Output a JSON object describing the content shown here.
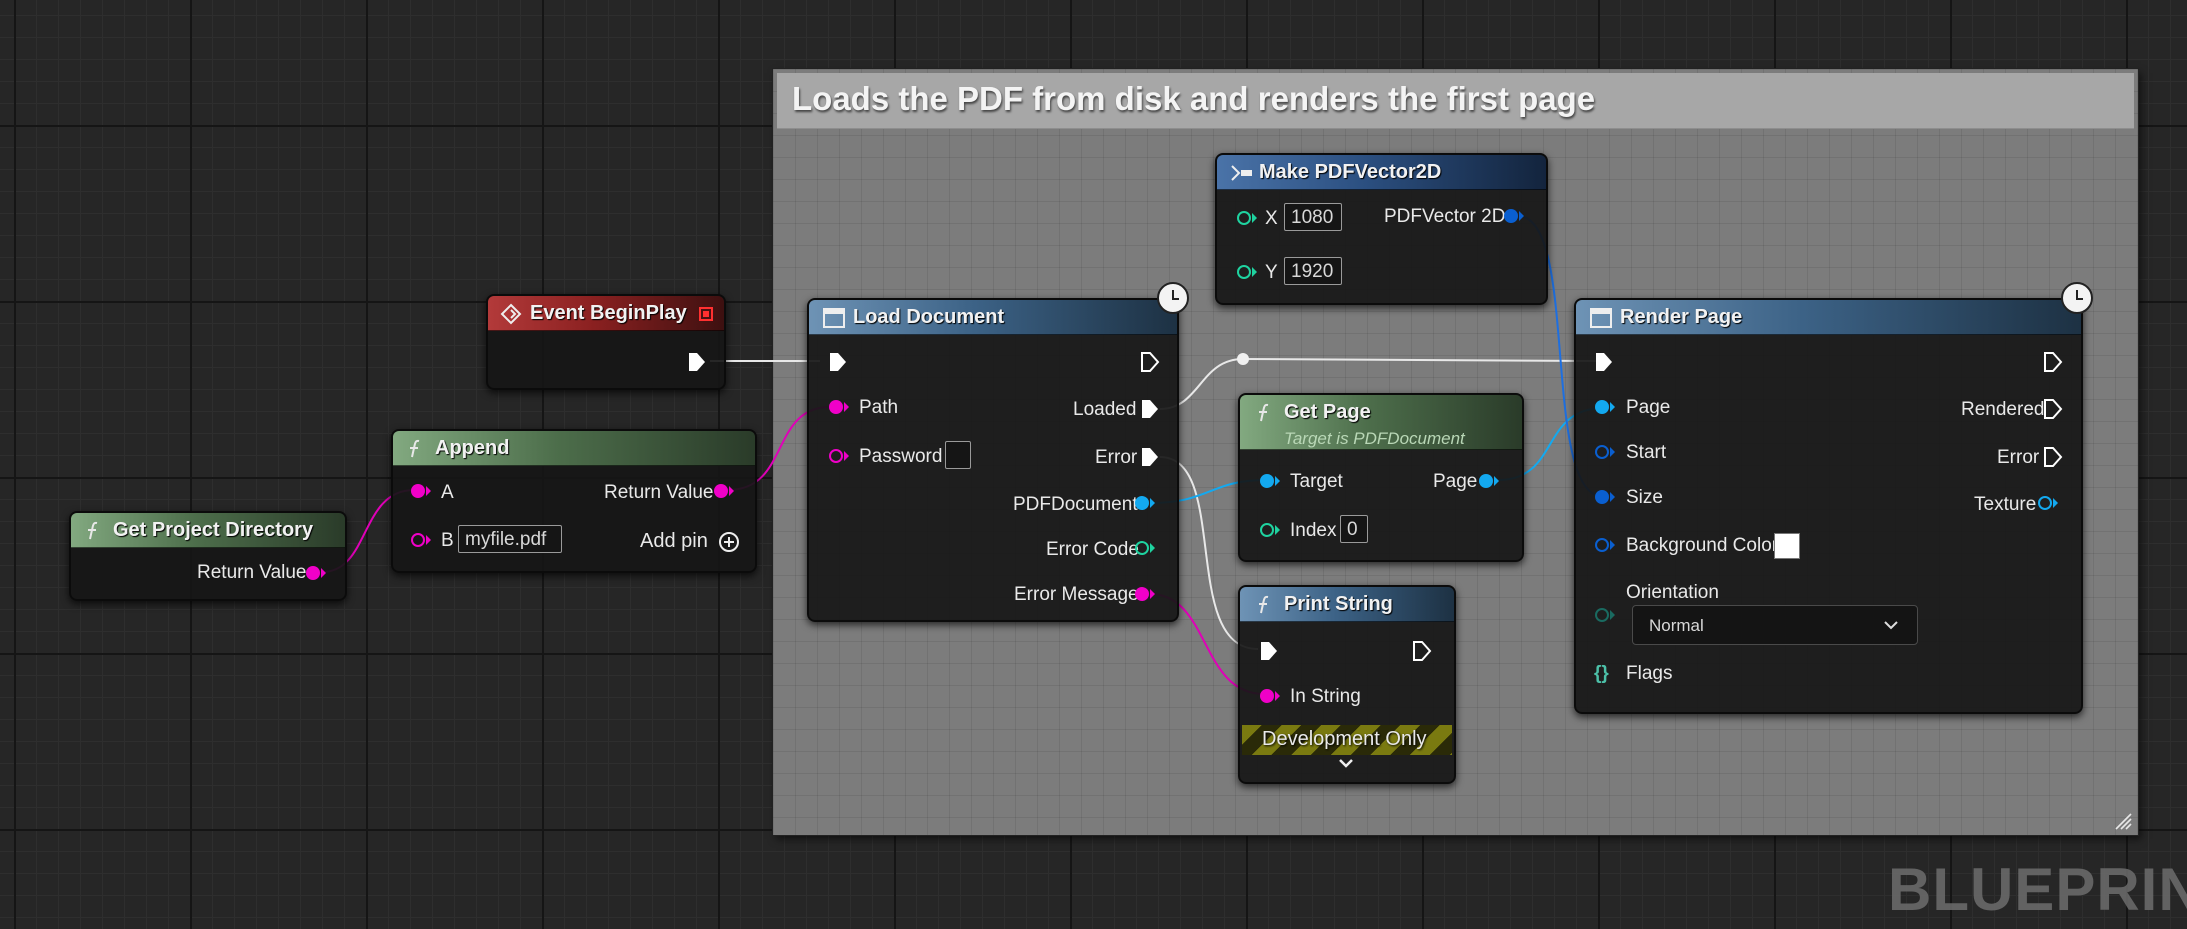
{
  "comment": {
    "title": "Loads the PDF from disk and renders the first page"
  },
  "watermark": "BLUEPRINT",
  "nodes": {
    "get_project_directory": {
      "title": "Get Project Directory",
      "return_value": "Return Value"
    },
    "append": {
      "title": "Append",
      "a": "A",
      "b": "B",
      "b_value": "myfile.pdf",
      "return_value": "Return Value",
      "add_pin": "Add pin"
    },
    "event_begin_play": {
      "title": "Event BeginPlay"
    },
    "load_document": {
      "title": "Load Document",
      "path": "Path",
      "password": "Password",
      "loaded": "Loaded",
      "error": "Error",
      "pdf_document": "PDFDocument",
      "error_code": "Error Code",
      "error_message": "Error Message"
    },
    "make_pdfvector2d": {
      "title": "Make PDFVector2D",
      "x": "X",
      "x_value": "1080",
      "y": "Y",
      "y_value": "1920",
      "output": "PDFVector 2D"
    },
    "get_page": {
      "title": "Get Page",
      "subtitle": "Target is PDFDocument",
      "target": "Target",
      "page": "Page",
      "index": "Index",
      "index_value": "0"
    },
    "print_string": {
      "title": "Print String",
      "in_string": "In String",
      "dev_only": "Development Only"
    },
    "render_page": {
      "title": "Render Page",
      "page": "Page",
      "start": "Start",
      "size": "Size",
      "background_color": "Background Color",
      "orientation": "Orientation",
      "orientation_value": "Normal",
      "flags": "Flags",
      "rendered": "Rendered",
      "error": "Error",
      "texture": "Texture"
    }
  },
  "colors": {
    "string_pin": "#f000c8",
    "object_pin": "#13a9f0",
    "struct_pin": "#0a5fd0",
    "int_pin": "#1fd3a0",
    "exec_pin": "#ffffff",
    "background_color_value": "#ffffff"
  }
}
